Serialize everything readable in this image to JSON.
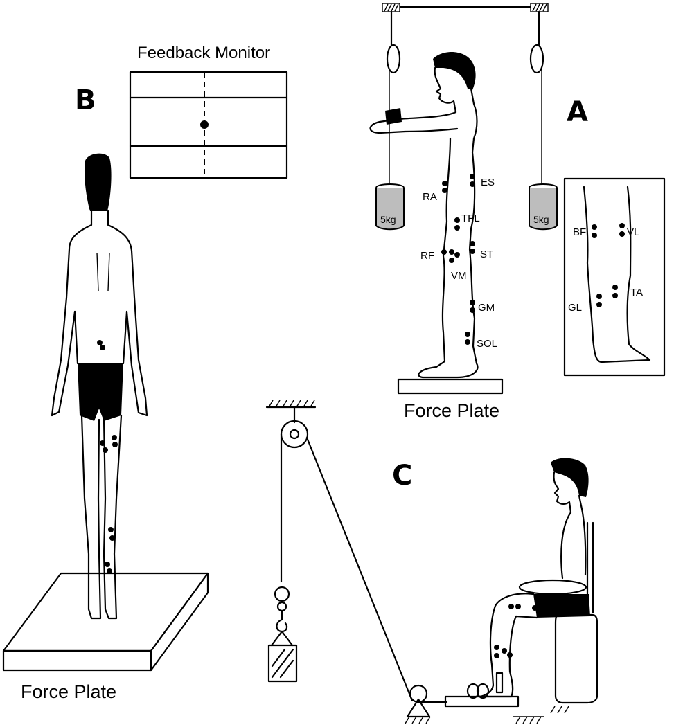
{
  "panels": {
    "a": {
      "letter": "A",
      "weight_left": "5kg",
      "weight_right": "5kg",
      "force_plate": "Force Plate"
    },
    "b": {
      "letter": "B",
      "monitor_title": "Feedback Monitor",
      "force_plate": "Force Plate"
    },
    "c": {
      "letter": "C"
    }
  },
  "muscles": {
    "side": [
      "RA",
      "ES",
      "TFL",
      "RF",
      "ST",
      "VM",
      "GM",
      "SOL"
    ],
    "inset": [
      "BF",
      "VL",
      "GL",
      "TA"
    ]
  }
}
